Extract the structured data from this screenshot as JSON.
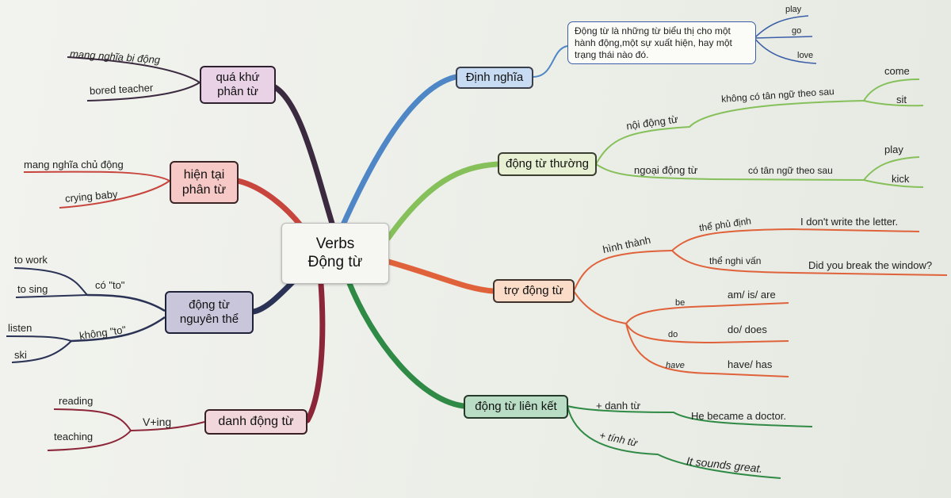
{
  "center": {
    "line1": "Verbs",
    "line2": "Động từ"
  },
  "right": {
    "dinh_nghia": {
      "label": "Định nghĩa",
      "definition": "Động từ là những từ biểu thị cho một hành động,một sự xuất hiện, hay một trạng thái nào đó.",
      "examples": [
        "play",
        "go",
        "love"
      ]
    },
    "dong_tu_thuong": {
      "label": "động từ thường",
      "noi_dong_tu": "nội động từ",
      "noi_desc": "không có tân ngữ theo sau",
      "noi_examples": [
        "come",
        "sit"
      ],
      "ngoai_dong_tu": "ngoại động từ",
      "ngoai_desc": "có tân ngữ theo sau",
      "ngoai_examples": [
        "play",
        "kick"
      ]
    },
    "tro_dong_tu": {
      "label": "trợ động từ",
      "hinh_thanh": "hình thành",
      "phu_dinh": "thể phủ định",
      "phu_dinh_ex": "I don't write the letter.",
      "nghi_van": "thể nghi vấn",
      "nghi_van_ex": "Did you break the window?",
      "be": "be",
      "be_forms": "am/ is/ are",
      "do": "do",
      "do_forms": "do/ does",
      "have": "have",
      "have_forms": "have/ has"
    },
    "lien_ket": {
      "label": "động từ liên kết",
      "danh_tu": "+ danh từ",
      "danh_tu_ex": "He became a doctor.",
      "tinh_tu": "+ tính từ",
      "tinh_tu_ex": "It sounds great."
    }
  },
  "left": {
    "qua_khu": {
      "label1": "quá khứ",
      "label2": "phân từ",
      "items": [
        "mang nghĩa bị động",
        "bored teacher"
      ]
    },
    "hien_tai": {
      "label1": "hiện tại",
      "label2": "phân từ",
      "items": [
        "mang nghĩa chủ động",
        "crying baby"
      ]
    },
    "nguyen_the": {
      "label1": "động từ",
      "label2": "nguyên thể",
      "co_to": "có \"to\"",
      "co_to_items": [
        "to work",
        "to sing"
      ],
      "khong_to": "không \"to\"",
      "khong_to_items": [
        "listen",
        "ski"
      ]
    },
    "danh_dong_tu": {
      "label": "danh động từ",
      "rule": "V+ing",
      "items": [
        "reading",
        "teaching"
      ]
    }
  },
  "colors": {
    "blue": "#4f86c6",
    "green": "#86c05a",
    "orange": "#e0623a",
    "darkgreen": "#2f8a45",
    "purple": "#3b2a3f",
    "red": "#c8453e",
    "navy": "#2a3255",
    "maroon": "#8b2538"
  }
}
